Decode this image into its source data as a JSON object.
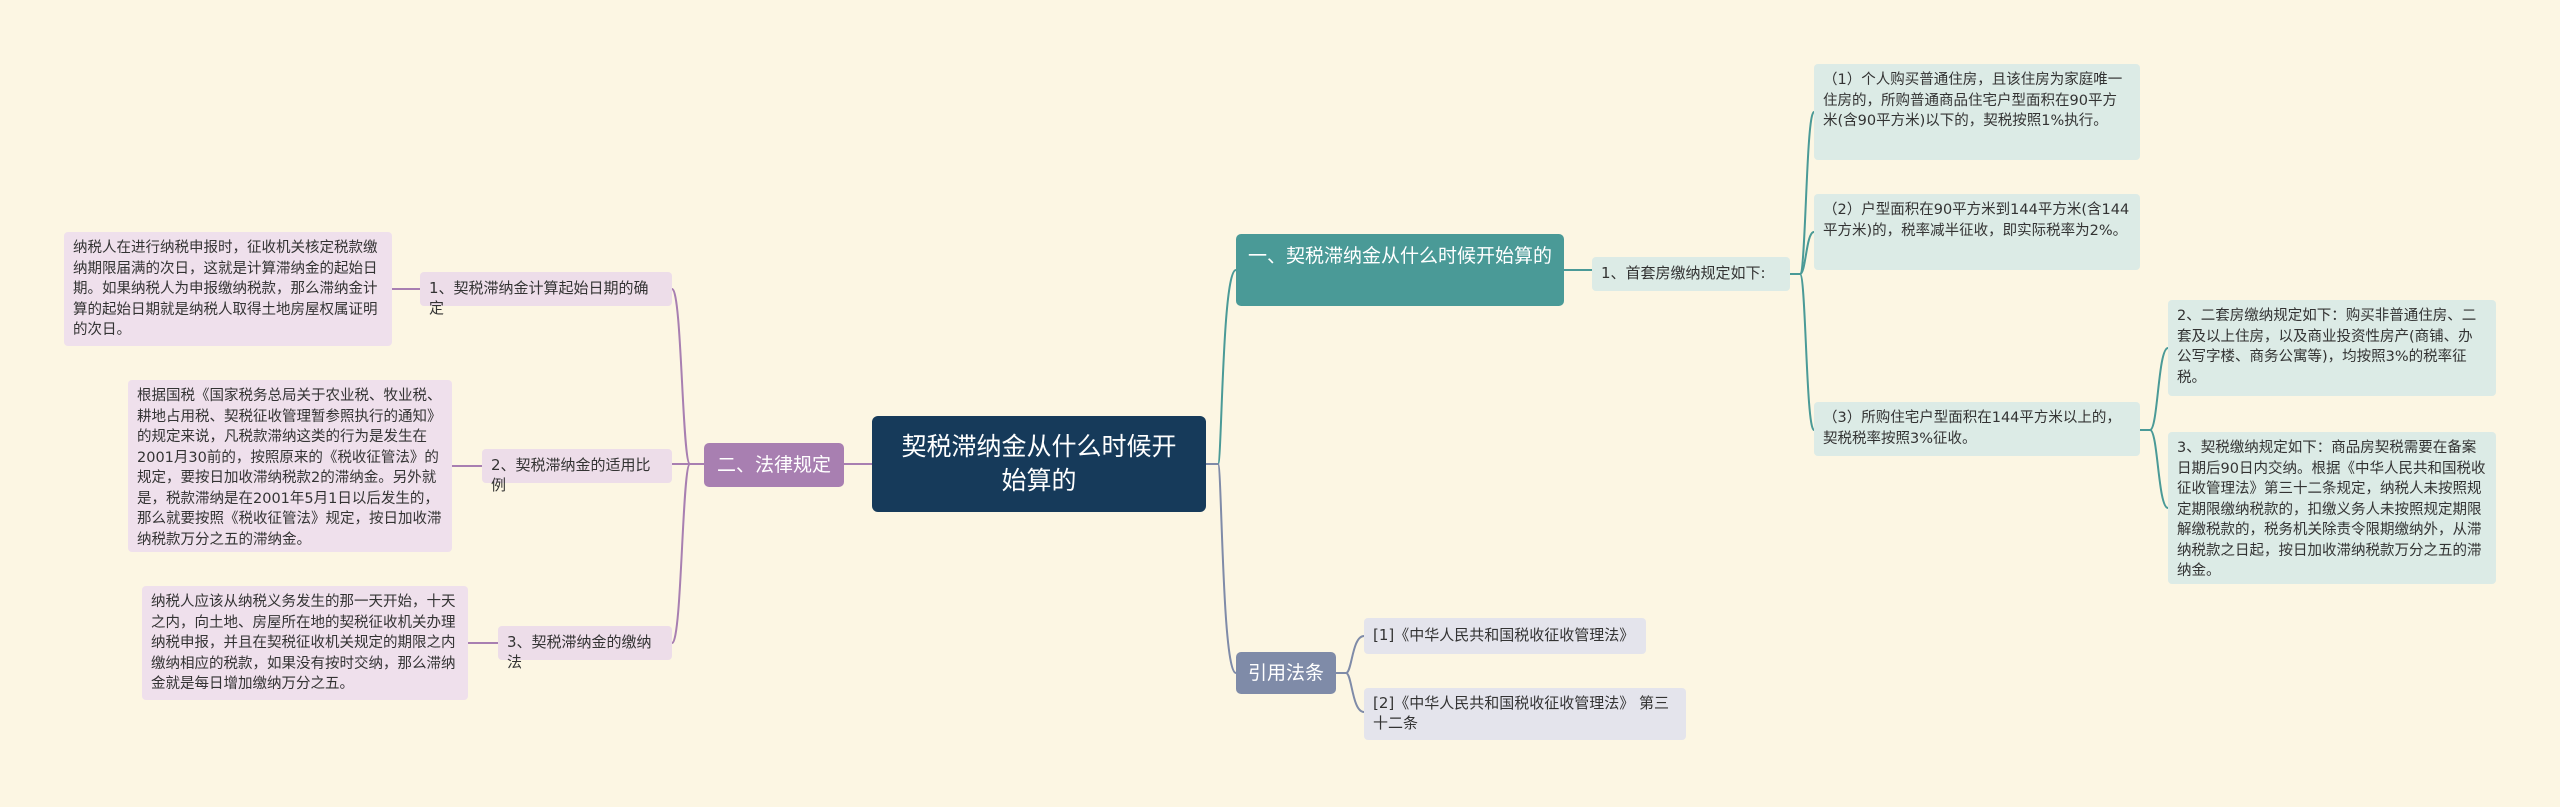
{
  "root": {
    "title": "契税滞纳金从什么时候开始算的"
  },
  "right_branch_1": {
    "label": "一、契税滞纳金从什么时候开始算的",
    "sub": {
      "label": "1、首套房缴纳规定如下:",
      "leaves": [
        "（1）个人购买普通住房，且该住房为家庭唯一住房的，所购普通商品住宅户型面积在90平方米(含90平方米)以下的，契税按照1%执行。",
        "（2）户型面积在90平方米到144平方米(含144平方米)的，税率减半征收，即实际税率为2%。",
        "（3）所购住宅户型面积在144平方米以上的，契税税率按照3%征收。"
      ]
    },
    "extra_leaves": [
      "2、二套房缴纳规定如下：购买非普通住房、二套及以上住房，以及商业投资性房产(商铺、办公写字楼、商务公寓等)，均按照3%的税率征税。",
      "3、契税缴纳规定如下：商品房契税需要在备案日期后90日内交纳。根据《中华人民共和国税收征收管理法》第三十二条规定，纳税人未按照规定期限缴纳税款的，扣缴义务人未按照规定期限解缴税款的，税务机关除责令限期缴纳外，从滞纳税款之日起，按日加收滞纳税款万分之五的滞纳金。"
    ]
  },
  "right_branch_2": {
    "label": "引用法条",
    "items": [
      "[1]《中华人民共和国税收征收管理法》",
      "[2]《中华人民共和国税收征收管理法》 第三十二条"
    ]
  },
  "left_branch": {
    "label": "二、法律规定",
    "subs": [
      {
        "label": "1、契税滞纳金计算起始日期的确定",
        "leaf": "纳税人在进行纳税申报时，征收机关核定税款缴纳期限届满的次日，这就是计算滞纳金的起始日期。如果纳税人为申报缴纳税款，那么滞纳金计算的起始日期就是纳税人取得土地房屋权属证明的次日。"
      },
      {
        "label": "2、契税滞纳金的适用比例",
        "leaf": "根据国税《国家税务总局关于农业税、牧业税、耕地占用税、契税征收管理暂参照执行的通知》的规定来说，凡税款滞纳这类的行为是发生在2001月30前的，按照原来的《税收征管法》的规定，要按日加收滞纳税款2的滞纳金。另外就是，税款滞纳是在2001年5月1日以后发生的，那么就要按照《税收征管法》规定，按日加收滞纳税款万分之五的滞纳金。"
      },
      {
        "label": "3、契税滞纳金的缴纳法",
        "leaf": "纳税人应该从纳税义务发生的那一天开始，十天之内，向土地、房屋所在地的契税征收机关办理纳税申报，并且在契税征收机关规定的期限之内缴纳相应的税款，如果没有按时交纳，那么滞纳金就是每日增加缴纳万分之五。"
      }
    ]
  },
  "colors": {
    "background": "#fcf6e3",
    "root": "#163a5a",
    "teal": "#4a9a97",
    "purple": "#a87fb1",
    "slate": "#7f8ba8"
  }
}
